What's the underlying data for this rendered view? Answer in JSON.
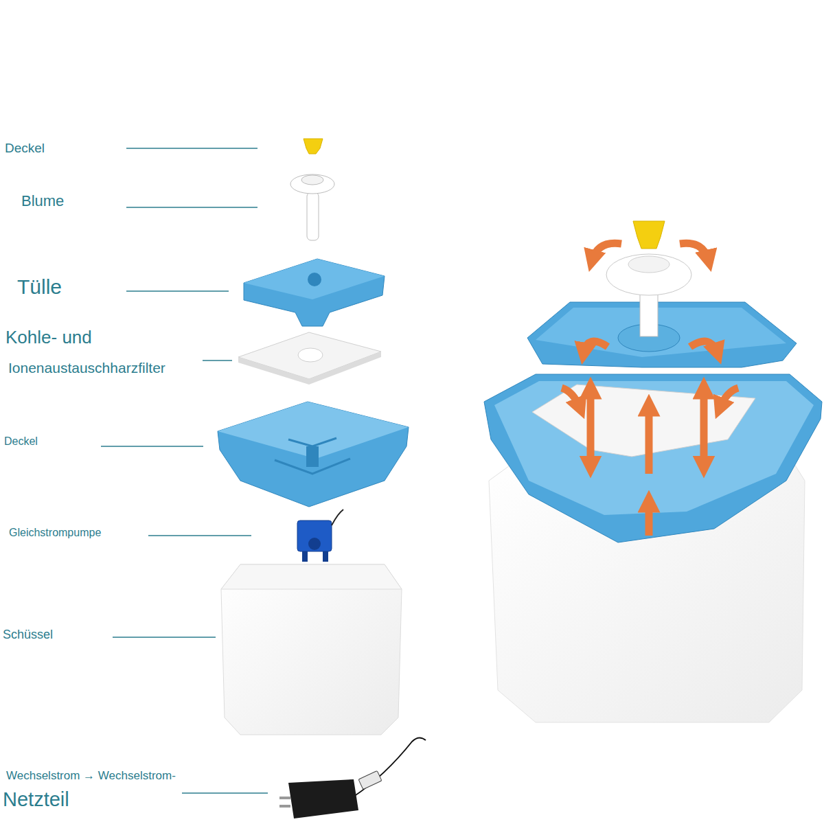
{
  "diagram": {
    "labels": [
      "Deckel",
      "Blume",
      "Tülle",
      "Kohle- und",
      "Ionenaustauschharzfilter",
      "Deckel",
      "Gleichstrompumpe",
      "Schüssel",
      "Wechselstrom → Wechselstrom-",
      "Netzteil"
    ]
  }
}
